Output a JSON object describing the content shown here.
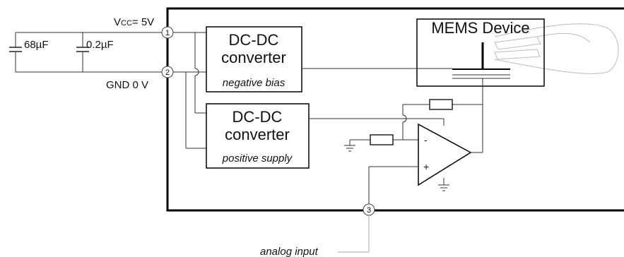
{
  "supply": {
    "vcc_label_v": "V",
    "vcc_label_sub": "CC",
    "vcc_label_rest": "= 5V",
    "gnd_label": "GND 0 V"
  },
  "capacitors": [
    {
      "label": "68µF"
    },
    {
      "label": "0.2µF"
    }
  ],
  "pins": [
    "1",
    "2",
    "3"
  ],
  "converter_negative": {
    "line1": "DC-DC",
    "line2": "converter",
    "subtitle": "negative bias"
  },
  "converter_positive": {
    "line1": "DC-DC",
    "line2": "converter",
    "subtitle": "positive supply"
  },
  "mems": {
    "label": "MEMS Device"
  },
  "opamp": {
    "minus": "-",
    "plus": "+"
  },
  "input": {
    "label": "analog input"
  }
}
